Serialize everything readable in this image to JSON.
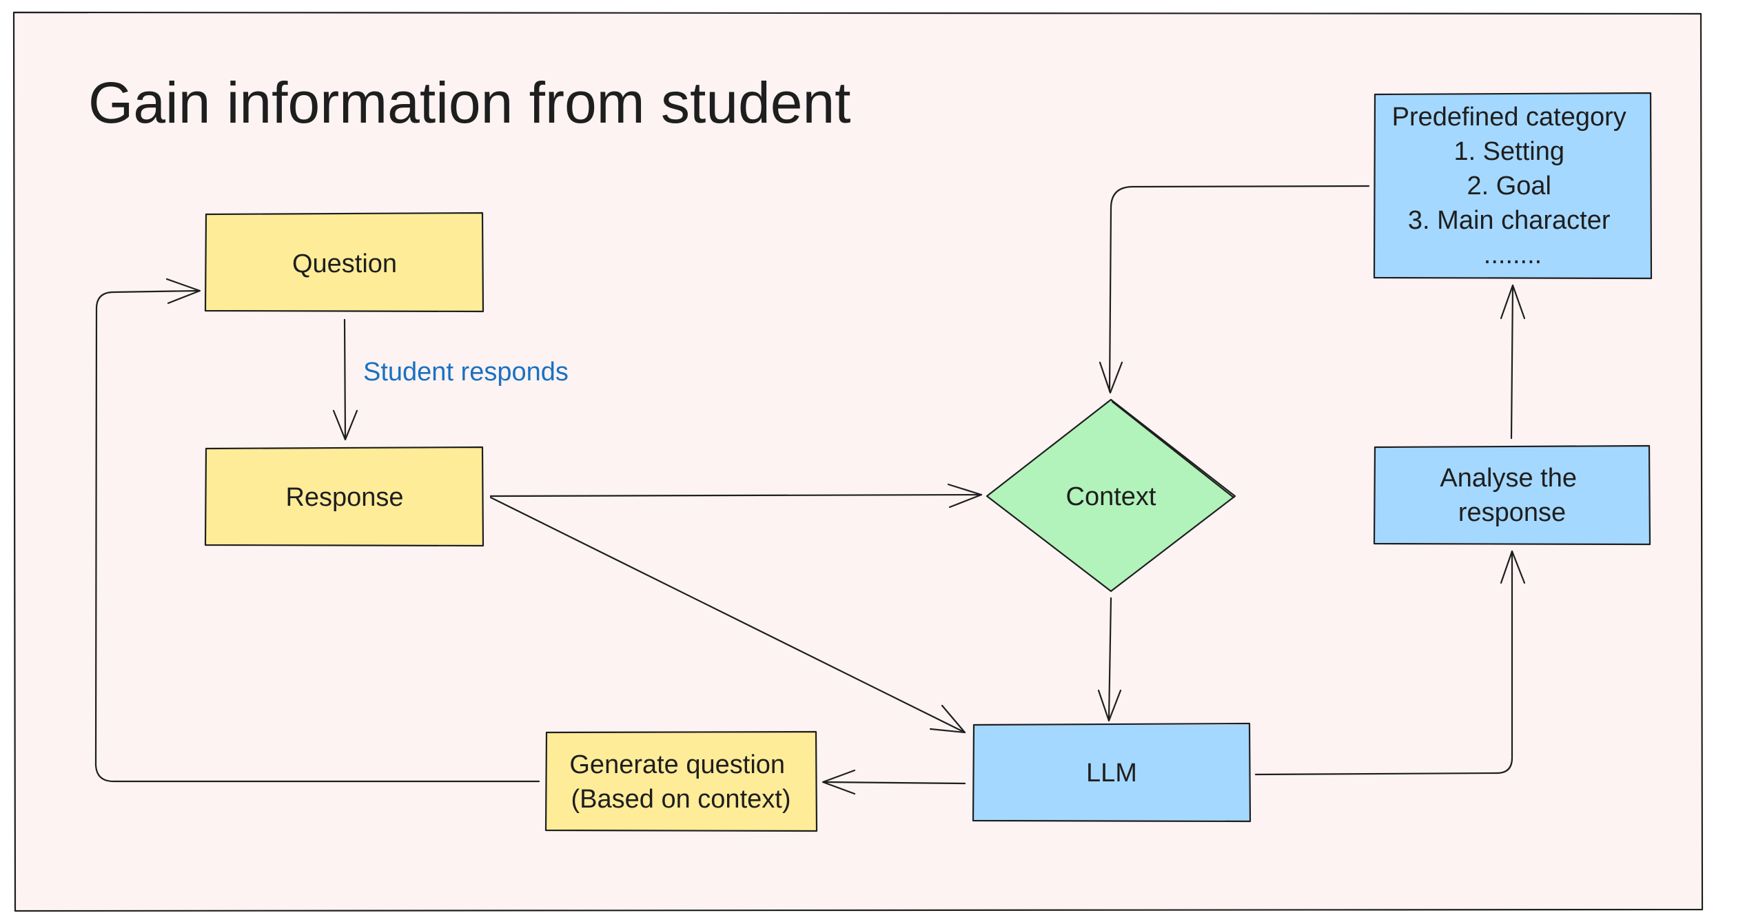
{
  "title": "Gain information from student",
  "colors": {
    "canvas_background": "#fdf3f3",
    "yellow_box": "#ffec99",
    "blue_box": "#a5d8ff",
    "green_diamond": "#b2f2bb",
    "label_blue": "#1971c2",
    "stroke": "#1e1e1e"
  },
  "nodes": {
    "question": {
      "label": "Question"
    },
    "response": {
      "label": "Response"
    },
    "context": {
      "label": "Context"
    },
    "llm": {
      "label": "LLM"
    },
    "generate_question": {
      "lines": [
        "Generate question",
        "(Based on context)"
      ]
    },
    "analyse_response": {
      "lines": [
        "Analyse the",
        "response"
      ]
    },
    "predefined_category": {
      "lines": [
        "Predefined category",
        "1. Setting",
        "2. Goal",
        "3. Main character",
        "........"
      ]
    }
  },
  "edge_labels": {
    "student_responds": "Student responds"
  }
}
